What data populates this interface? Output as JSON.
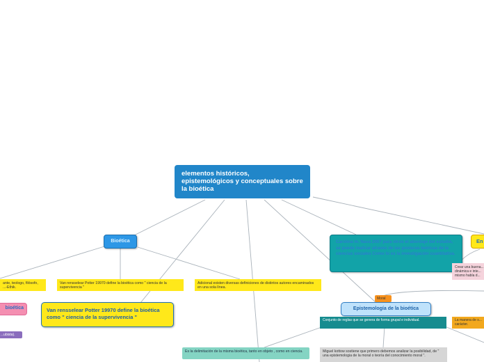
{
  "main_topic": "elementos históricos, epistemológicos y conceptuales sobre la bioética",
  "bioetica": {
    "label": "Bioética",
    "potter_note": "Van rensselear Potter 19970 define la bioética  como \" ciencia de la supervivencia \"",
    "potter_title": "Van rensselear Potter 19970 define la bioética  como \" ciencia de la supervivencia \"",
    "adicional": "Adicional existen diversas definiciones de distintos  autores encaminados en una sola línea.",
    "left_note": "ante, teologo,  filósofo, ...-Ethik.",
    "left_pink": "bioética",
    "left_purple": "...ubista)."
  },
  "carolina": "Carolina m. Nava 2007 para otros el abordaje del estudio, se puede realizar atraves  de las posturas teóricas de la ciencias sociales  Como lo es la investigación  cuantitativa.",
  "epistemologia": {
    "label": "Epistemología  de la bioética",
    "moral": "Moral",
    "conjunto": "Conjunto de reglas que se genera de forma grupal e individual.",
    "delimitacion": "Es la delimitación  de la misma bioética, tanto en objeto , como en ciencia.",
    "kottow": "Miguel  kottow sostiene que primero debemos analizar la posibilidad, de \" una epistemologia  de la moral o teoría del conocimiento  moral \"."
  },
  "right_branch": {
    "en_label": "En",
    "crear": "Crear una buena... dinámica e inte... mismo habla d...",
    "manera": "La manera de s... carácter."
  },
  "colors": {
    "main": "#2186c9",
    "node_blue": "#2d97e6",
    "yellow": "#ffe81a",
    "teal": "#12a3a8",
    "link": "#a9b2ba"
  }
}
